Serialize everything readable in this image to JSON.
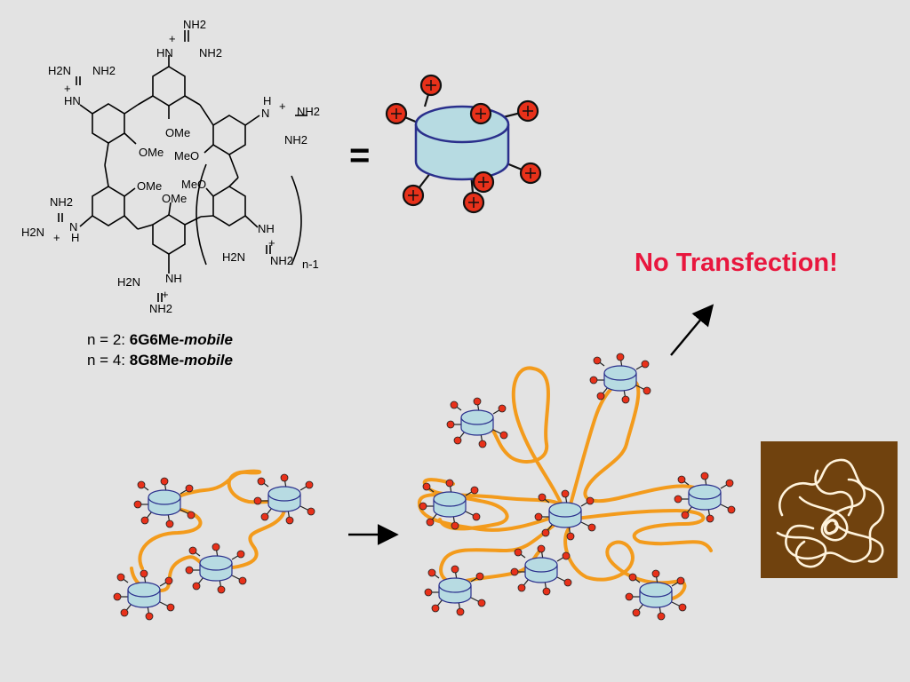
{
  "structure": {
    "guanidine_groups": [
      {
        "a": "NH2",
        "b": "HN",
        "c": "NH2",
        "plus": "+"
      },
      {
        "a": "H2N",
        "b": "NH2",
        "c": "HN",
        "plus": "+"
      },
      {
        "a": "H",
        "b": "N",
        "c": "NH2",
        "d": "NH2",
        "plus": "+"
      },
      {
        "a": "NH2",
        "b": "H2N",
        "c": "H",
        "d": "N",
        "plus": "+"
      },
      {
        "a": "NH",
        "b": "H2N",
        "c": "NH2",
        "plus": "+"
      },
      {
        "a": "H2N",
        "b": "NH",
        "c": "NH2",
        "plus": "+"
      }
    ],
    "methoxy_labels": [
      "OMe",
      "OMe",
      "MeO",
      "OMe",
      "MeO",
      "OMe"
    ],
    "repeat_label": "n-1",
    "equals_sign": "="
  },
  "captions": [
    {
      "prefix": "n = 2: ",
      "compound": "6G6Me-",
      "suffix": "mobile"
    },
    {
      "prefix": "n = 4: ",
      "compound": "8G8Me-",
      "suffix": "mobile"
    }
  ],
  "warning_text": "No Transfection!",
  "colors": {
    "background": "#e3e3e3",
    "ring_fill": "#b7dbe2",
    "ring_stroke": "#2a2f8c",
    "charge_fill": "#e8311a",
    "dna_strand": "#f39b1c",
    "warning": "#e8173e",
    "afm_background": "#7a4a12"
  },
  "figures": {
    "macrocycle_icon": "cylinder-with-charges-icon",
    "afm_image": "afm-dna-micrograph"
  }
}
